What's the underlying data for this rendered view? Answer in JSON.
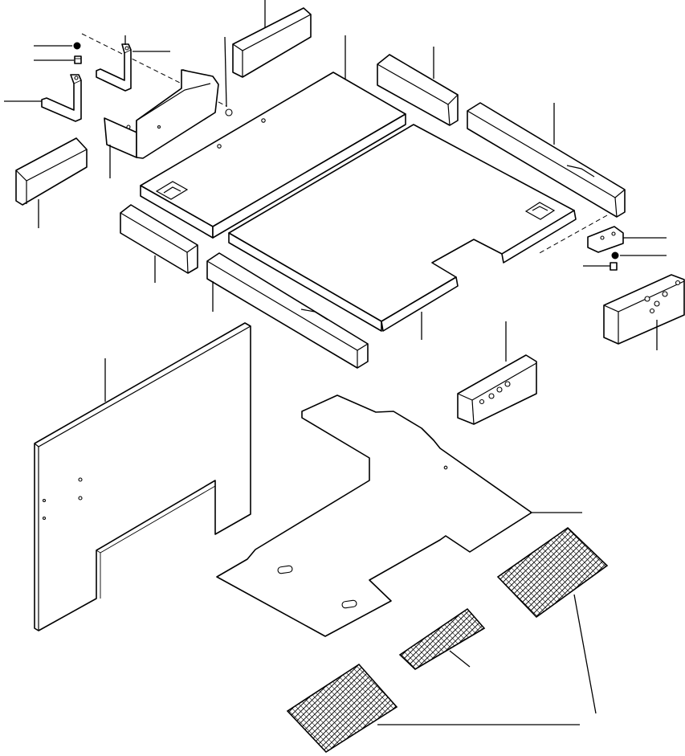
{
  "figure": {
    "kind": "exploded parts view",
    "colors": {
      "line": "#000000",
      "background": "#ffffff"
    },
    "parts": [
      "bracket-upper-left",
      "bracket-lower-left",
      "cover-plate",
      "end-pad-left",
      "floor-panel-left",
      "floor-panel-right",
      "side-strip-front-left",
      "side-strip-front-right",
      "side-strip-rear-top",
      "side-strip-rear-right",
      "top-pad",
      "side-block-right",
      "side-block-lower",
      "mount-plate",
      "rear-wall-panel",
      "floor-mat",
      "mesh-pad-large",
      "mesh-pad-small",
      "mesh-pad-lower"
    ],
    "fasteners": [
      "washer",
      "bolt",
      "nut",
      "screw"
    ]
  }
}
